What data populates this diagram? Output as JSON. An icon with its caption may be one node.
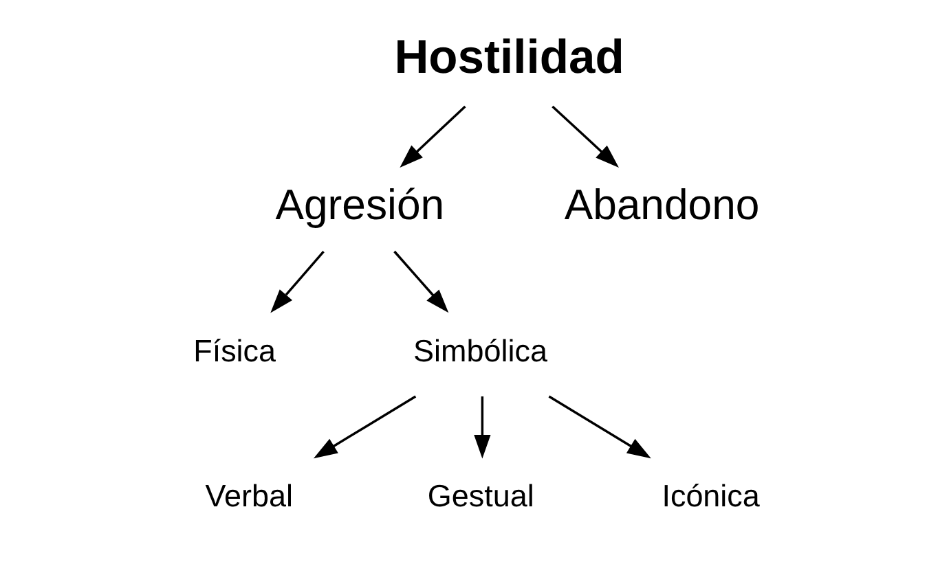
{
  "diagram": {
    "nodes": [
      {
        "text": [
          "Hostilidad"
        ]
      },
      {
        "text": [
          "Agresión"
        ]
      },
      {
        "text": [
          "Abandono"
        ]
      },
      {
        "text": [
          "Física"
        ]
      },
      {
        "text": [
          "Simbólica"
        ]
      },
      {
        "text": [
          "Verbal"
        ]
      },
      {
        "text": [
          "Gestual"
        ]
      },
      {
        "text": [
          "Icónica"
        ]
      }
    ],
    "edges": [
      {
        "from": 0,
        "to": 1,
        "arrow": "to"
      },
      {
        "from": 0,
        "to": 2,
        "arrow": "to"
      },
      {
        "from": 1,
        "to": 3,
        "arrow": "to"
      },
      {
        "from": 1,
        "to": 4,
        "arrow": "to"
      },
      {
        "from": 4,
        "to": 5,
        "arrow": "to"
      },
      {
        "from": 4,
        "to": 6,
        "arrow": "to"
      },
      {
        "from": 4,
        "to": 7,
        "arrow": "to"
      }
    ]
  }
}
